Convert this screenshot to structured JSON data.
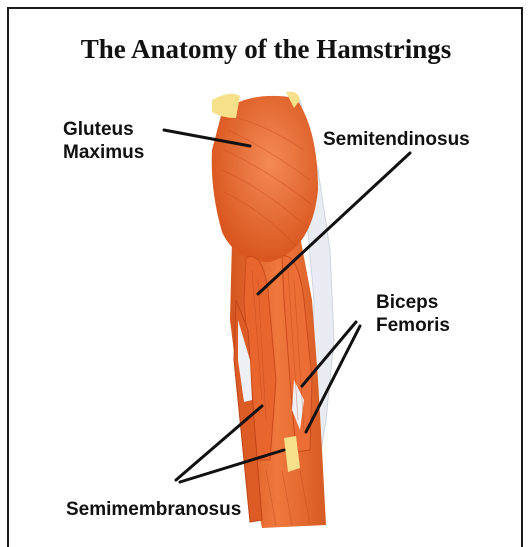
{
  "title": "The Anatomy of the Hamstrings",
  "labels": {
    "gluteus_maximus": [
      "Gluteus",
      "Maximus"
    ],
    "semitendinosus": "Semitendinosus",
    "biceps_femoris": [
      "Biceps",
      "Femoris"
    ],
    "semimembranosus": "Semimembranosus"
  },
  "colors": {
    "muscle": "#e8652e",
    "muscle_dark": "#c94a1c",
    "muscle_light": "#f48a55",
    "tendon": "#f7e08a",
    "fascia": "#e9ecf3",
    "leader_line": "#111111"
  }
}
